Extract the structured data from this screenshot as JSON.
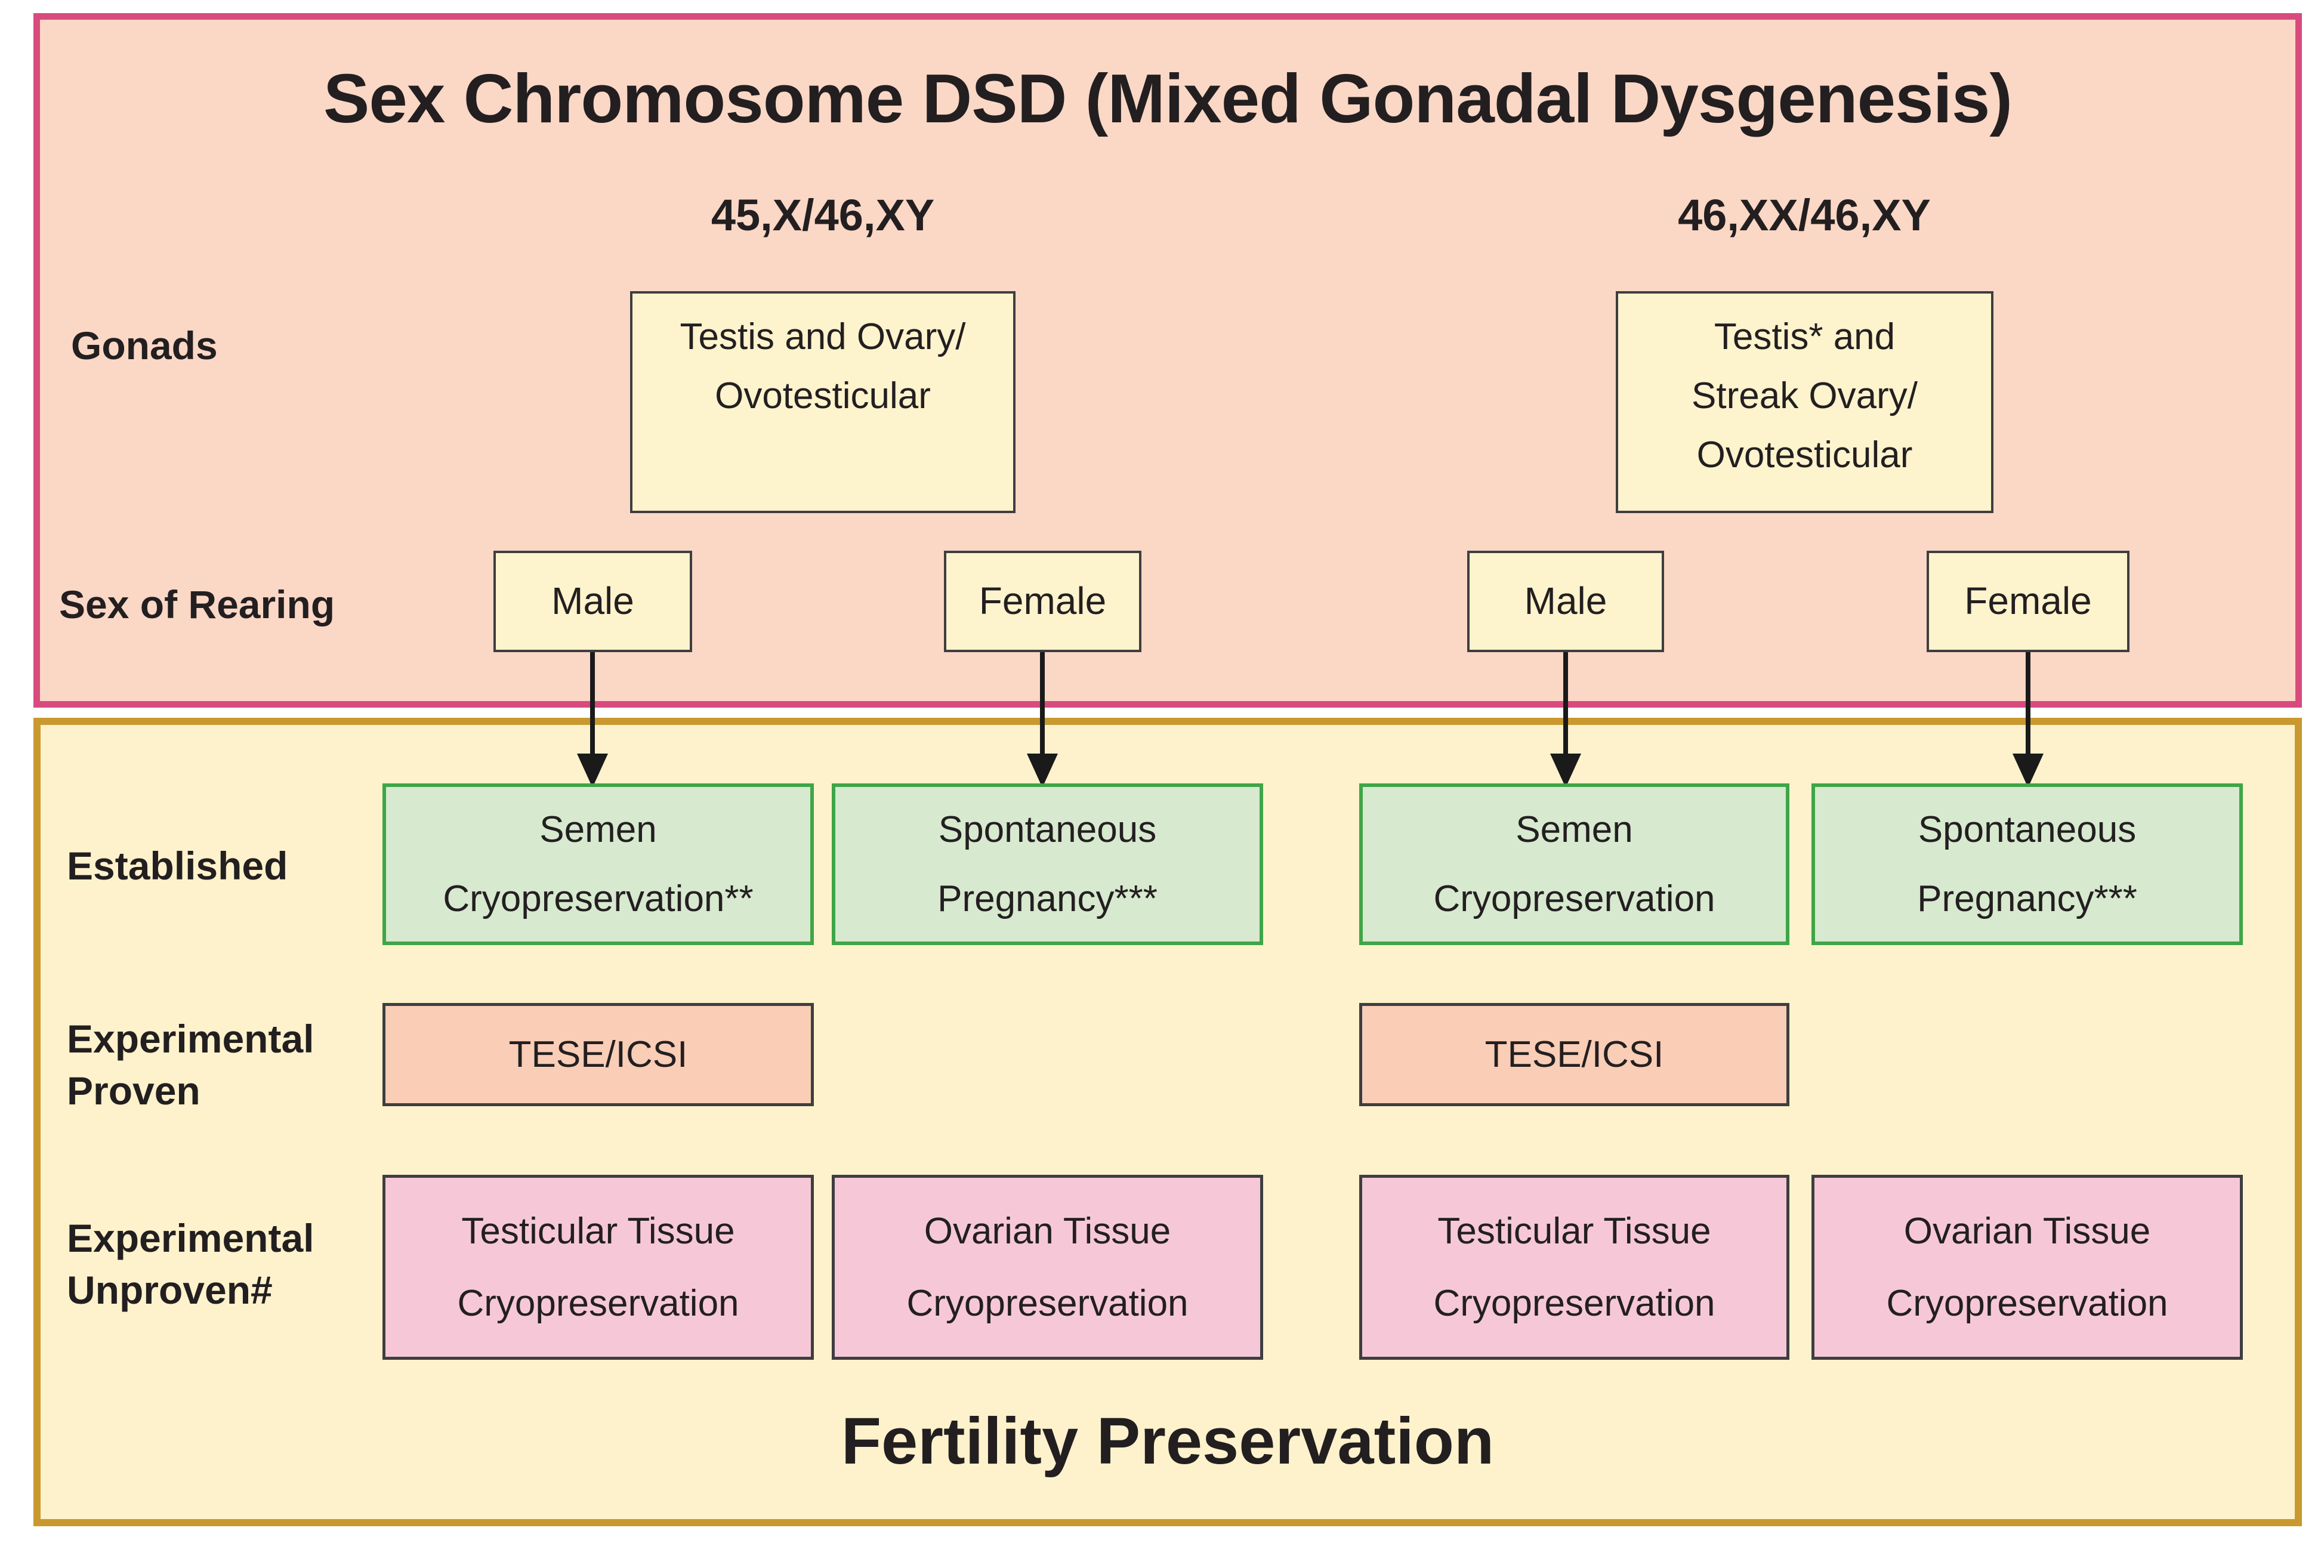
{
  "title": "Sex Chromosome DSD (Mixed Gonadal Dysgenesis)",
  "footer_title": "Fertility Preservation",
  "row_labels": {
    "gonads": "Gonads",
    "sex_of_rearing": "Sex of Rearing",
    "established": "Established",
    "experimental_proven_lines": [
      "Experimental",
      "Proven"
    ],
    "experimental_unproven_lines": [
      "Experimental",
      "Unproven#"
    ]
  },
  "karyotype_groups": [
    {
      "karyotype": "45,X/46,XY",
      "gonads_lines": [
        "Testis and Ovary/",
        "Ovotesticular"
      ],
      "rearing": [
        {
          "sex": "Male",
          "established_lines": [
            "Semen",
            "Cryopreservation**"
          ],
          "experimental_proven": "TESE/ICSI",
          "experimental_unproven_lines": [
            "Testicular Tissue",
            "Cryopreservation"
          ]
        },
        {
          "sex": "Female",
          "established_lines": [
            "Spontaneous",
            "Pregnancy***"
          ],
          "experimental_proven": null,
          "experimental_unproven_lines": [
            "Ovarian Tissue",
            "Cryopreservation"
          ]
        }
      ]
    },
    {
      "karyotype": "46,XX/46,XY",
      "gonads_lines": [
        "Testis* and",
        "Streak Ovary/",
        "Ovotesticular"
      ],
      "rearing": [
        {
          "sex": "Male",
          "established_lines": [
            "Semen",
            "Cryopreservation"
          ],
          "experimental_proven": "TESE/ICSI",
          "experimental_unproven_lines": [
            "Testicular Tissue",
            "Cryopreservation"
          ]
        },
        {
          "sex": "Female",
          "established_lines": [
            "Spontaneous",
            "Pregnancy***"
          ],
          "experimental_proven": null,
          "experimental_unproven_lines": [
            "Ovarian Tissue",
            "Cryopreservation"
          ]
        }
      ]
    }
  ],
  "colors": {
    "top_panel_bg": "#fbd7c6",
    "top_panel_border": "#d84b7e",
    "bottom_panel_bg": "#fdf2cc",
    "bottom_panel_border": "#c9992f",
    "yellow_box_bg": "#fdf3cd",
    "green_box_bg": "#d7e9cf",
    "green_box_border": "#3fa548",
    "salmon_box_bg": "#f9cdb6",
    "pink_box_bg": "#f6c8d7",
    "box_border_dark": "#3e3e40",
    "text": "#231f20",
    "arrow": "#1a1a1a"
  }
}
